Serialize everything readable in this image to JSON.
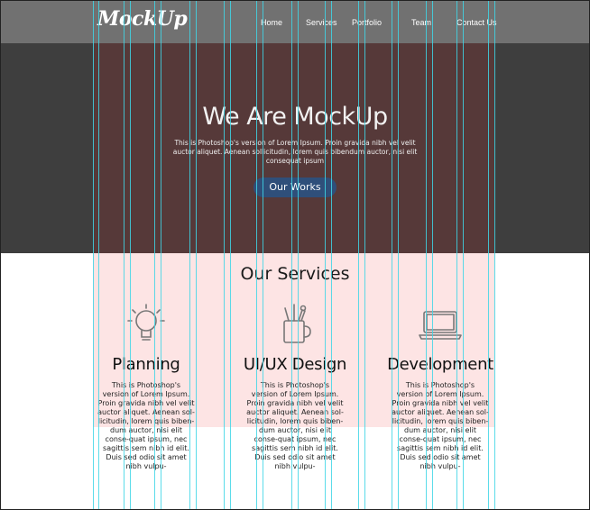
{
  "brand": {
    "logo_text": "MockUp"
  },
  "nav": {
    "items": [
      {
        "label": "Home"
      },
      {
        "label": "Services"
      },
      {
        "label": "Portfolio"
      },
      {
        "label": "Team"
      },
      {
        "label": "Contact Us"
      }
    ]
  },
  "hero": {
    "title": "We Are MockUp",
    "description": "This is Photoshop's version of Lorem Ipsum. Proin gravida nibh vel velit auctor aliquet. Aenean sollicitudin, lorem quis bibendum auctor, nisi elit consequat ipsum",
    "button_label": "Our Works"
  },
  "services": {
    "title": "Our Services",
    "items": [
      {
        "icon": "lightbulb-icon",
        "title": "Planning",
        "text": "This is Photoshop's version of Lorem Ipsum. Proin gravida nibh vel velit auctor aliquet. Aenean sol-licitudin, lorem quis biben-dum auctor, nisi elit conse-quat ipsum, nec sagittis sem nibh id elit. Duis sed odio sit amet nibh vulpu-"
      },
      {
        "icon": "pencil-cup-icon",
        "title": "UI/UX Design",
        "text": "This is Photoshop's version of Lorem Ipsum. Proin gravida nibh vel velit auctor aliquet. Aenean sol-licitudin, lorem quis biben-dum auctor, nisi elit conse-quat ipsum, nec sagittis sem nibh id elit. Duis sed odio sit amet nibh vulpu-"
      },
      {
        "icon": "laptop-icon",
        "title": "Development",
        "text": "This is Photoshop's version of Lorem Ipsum. Proin gravida nibh vel velit auctor aliquet. Aenean sol-licitudin, lorem quis biben-dum auctor, nisi elit conse-quat ipsum, nec sagittis sem nibh id elit. Duis sed odio sit amet nibh vulpu-"
      }
    ]
  },
  "colors": {
    "hero_bg": "#3e3e3e",
    "navbar_bg": "#717171",
    "button_bg": "#2f4f7a",
    "services_highlight": "#fde4e4",
    "guide_line": "#3ed6e6"
  }
}
